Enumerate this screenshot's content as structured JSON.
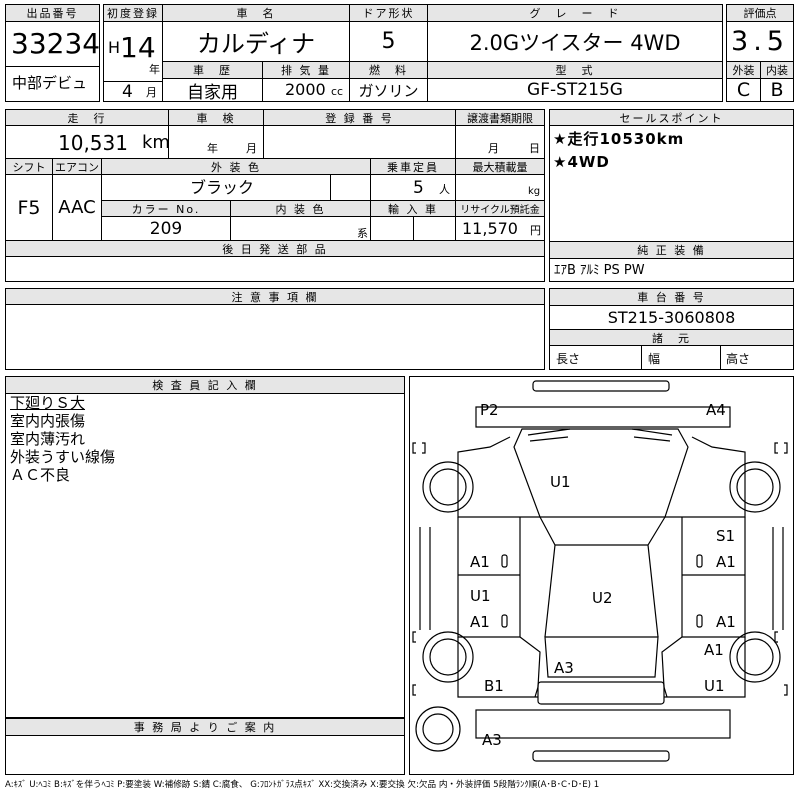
{
  "header": {
    "lot_label": "出品番号",
    "lot_no": "33234",
    "dealer": "中部デビュ",
    "first_reg_label": "初度登録",
    "era": "H",
    "year": "14",
    "year_unit": "年",
    "month": "4",
    "month_unit": "月",
    "car_name_label": "車　名",
    "car_name": "カルディナ",
    "doors_label": "ドア形状",
    "doors": "5",
    "grade_label": "グ　レ　ー　ド",
    "grade": "2.0Gツイスター 4WD",
    "score_label": "評価点",
    "score": "3.5",
    "history_label": "車　歴",
    "history": "自家用",
    "displacement_label": "排 気 量",
    "displacement": "2000",
    "displacement_unit": "cc",
    "fuel_label": "燃　料",
    "fuel": "ガソリン",
    "model_label": "型　式",
    "model": "GF-ST215G",
    "ext_label": "外装",
    "ext": "C",
    "int_label": "内装",
    "int": "B"
  },
  "details": {
    "mileage_label": "走　行",
    "mileage": "10,531",
    "mileage_unit": "km",
    "inspection_label": "車　検",
    "year_unit": "年",
    "month_unit": "月",
    "day_unit": "日",
    "regno_label": "登 録 番 号",
    "transfer_label": "譲渡書類期限",
    "shift_label": "シフト",
    "shift": "F5",
    "ac_label": "エアコン",
    "ac": "AAC",
    "color_label": "外 装 色",
    "color": "ブラック",
    "capacity_label": "乗車定員",
    "capacity": "5",
    "capacity_unit": "人",
    "load_label": "最大積載量",
    "load_unit": "kg",
    "color_no_label": "カラー No.",
    "color_no": "209",
    "int_color_label": "内 装 色",
    "int_color_unit": "系",
    "import_label": "輸 入 車",
    "recycle_label": "リサイクル預託金",
    "recycle": "11,570",
    "recycle_unit": "円",
    "delivery_label": "後 日 発 送 部 品"
  },
  "sales": {
    "label": "セールスポイント",
    "points": [
      "★走行10530km",
      "★4WD"
    ]
  },
  "equipment": {
    "label": "純 正 装 備",
    "value": "ｴｱB ｱﾙﾐ PS PW"
  },
  "notes": {
    "label": "注 意 事 項 欄"
  },
  "chassis": {
    "label": "車 台 番 号",
    "value": "ST215-3060808"
  },
  "dims": {
    "label": "諸　元",
    "length": "長さ",
    "width": "幅",
    "height": "高さ"
  },
  "inspector": {
    "label": "検 査 員 記 入 欄",
    "lines": [
      "下廻りＳ大",
      "室内内張傷",
      "室内薄汚れ",
      "外装うすい線傷",
      "ＡＣ不良"
    ]
  },
  "office": {
    "label": "事 務 局 よ り ご 案 内"
  },
  "legend": "A:ｷｽﾞ U:ﾍｺﾐ B:ｷｽﾞを伴うﾍｺﾐ P:要塗装 W:補修跡 S:錆 C:腐食、 G:ﾌﾛﾝﾄｶﾞﾗｽ点ｷｽﾞ XX:交換済み X:要交換 欠:欠品 内・外装評価 5段階ﾗﾝｸ順(A･B･C･D･E) 1",
  "diagram": {
    "marks": [
      "P2",
      "A4",
      "U1",
      "A1",
      "S1",
      "A1",
      "U1",
      "U2",
      "A1",
      "A1",
      "A1",
      "A3",
      "B1",
      "U1",
      "A3"
    ]
  }
}
